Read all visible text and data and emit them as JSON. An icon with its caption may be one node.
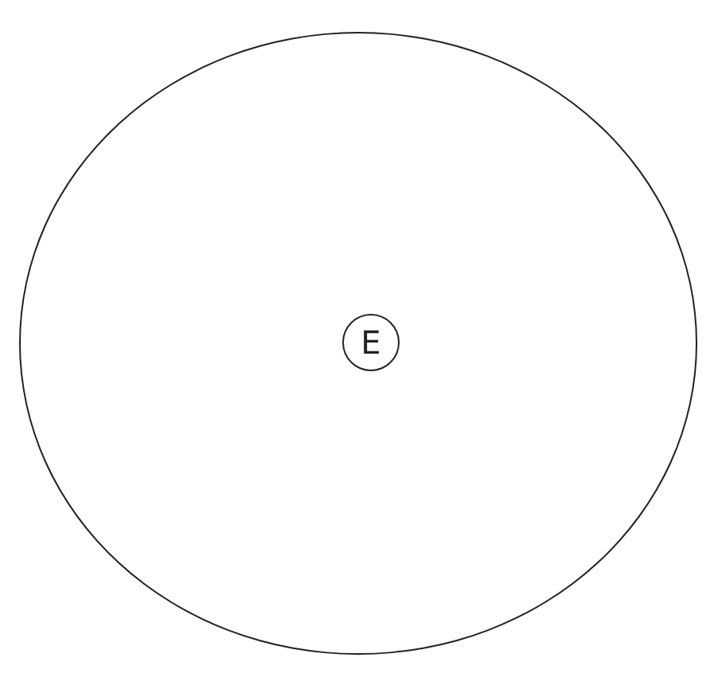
{
  "diagram": {
    "nodes": [
      {
        "text": [],
        "shape": "circle"
      },
      {
        "text": [
          "E"
        ],
        "in": 0
      }
    ]
  }
}
